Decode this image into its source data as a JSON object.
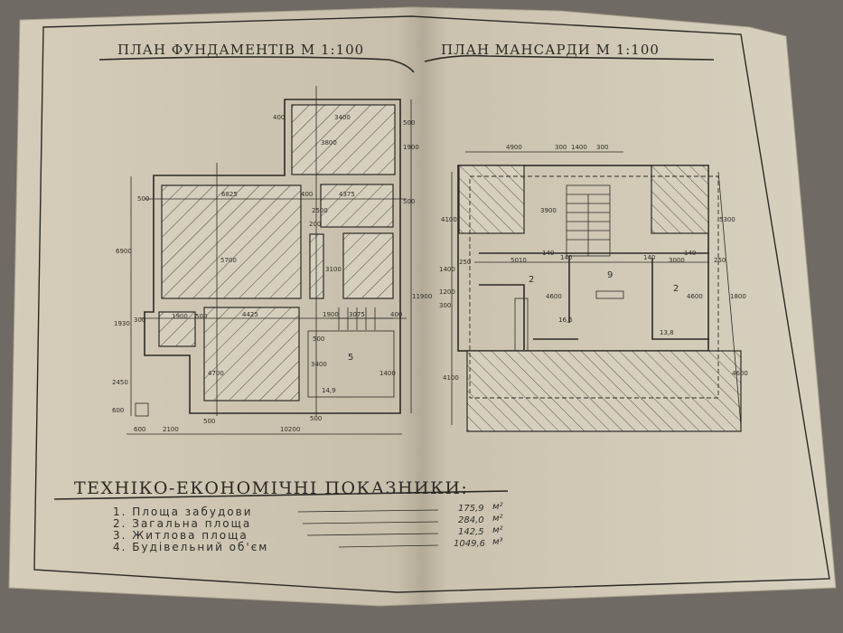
{
  "left_sheet": {
    "title": "ПЛАН ФУНДАМЕНТІВ М 1:100",
    "dimensions": [
      "400",
      "3400",
      "500",
      "3800",
      "1900",
      "500",
      "6825",
      "400",
      "4375",
      "500",
      "2500",
      "200",
      "5700",
      "3100",
      "6900",
      "1930",
      "300",
      "1900",
      "500",
      "4425",
      "1900",
      "3075",
      "400",
      "11900",
      "4700",
      "3400",
      "500",
      "2450",
      "600",
      "500",
      "500",
      "10200",
      "600",
      "2100",
      "1400"
    ],
    "room_number": "5",
    "room_area": "14,9"
  },
  "right_sheet": {
    "title": "ПЛАН МАНСАРДИ М 1:100",
    "dimensions": [
      "4900",
      "300",
      "1400",
      "300",
      "4100",
      "3900",
      "5300",
      "250",
      "5010",
      "140",
      "140",
      "3000",
      "250",
      "1400",
      "1200",
      "300",
      "4600",
      "4600",
      "1800",
      "4100",
      "4600",
      "140",
      "140"
    ],
    "rooms": [
      {
        "number": "2",
        "area": "16,6"
      },
      {
        "number": "9",
        "area": ""
      },
      {
        "number": "2",
        "area": "13,8"
      }
    ]
  },
  "indicators": {
    "heading": "ТЕХНІКО-ЕКОНОМІЧНІ ПОКАЗНИКИ:",
    "items": [
      {
        "label": "1. Площа забудови",
        "value": "175,9",
        "unit": "м²"
      },
      {
        "label": "2. Загальна площа",
        "value": "284,0",
        "unit": "м²"
      },
      {
        "label": "3. Житлова площа",
        "value": "142,5",
        "unit": "м²"
      },
      {
        "label": "4. Будівельний об'єм",
        "value": "1049,6",
        "unit": "м³"
      }
    ]
  },
  "colors": {
    "paper": "#d8d1bf",
    "ink": "#2c2a27",
    "table": "#6f6a63"
  }
}
